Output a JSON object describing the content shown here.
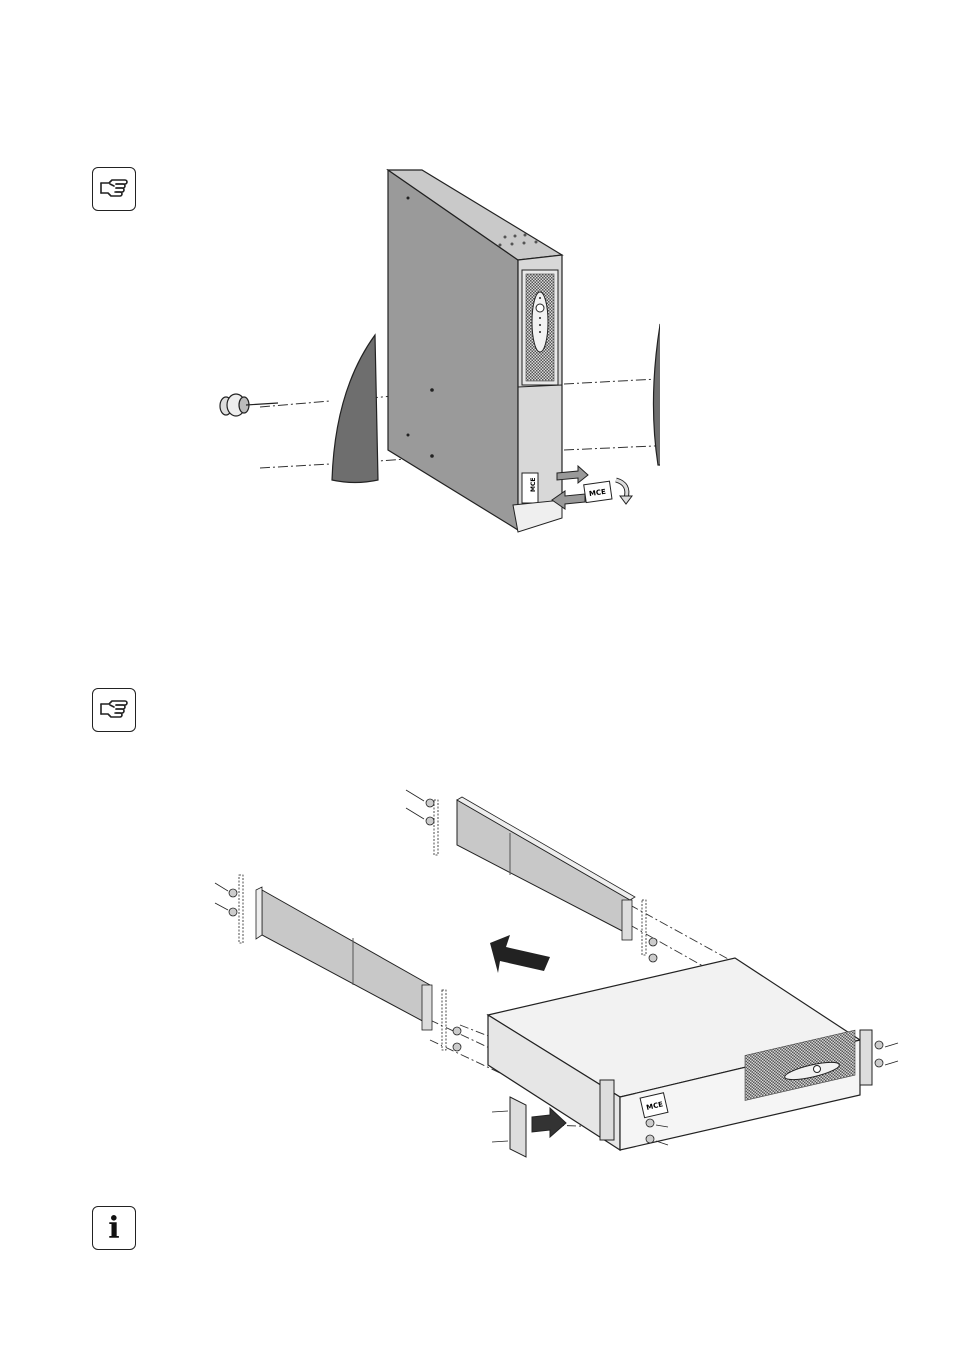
{
  "notes": [
    {
      "icon": "pointing-hand-icon"
    },
    {
      "icon": "pointing-hand-icon"
    },
    {
      "icon": "info-icon",
      "glyph": "i"
    }
  ],
  "figures": {
    "tower_assembly": {
      "brand_mark": "MCE",
      "brand_mark_sub": "MCE"
    },
    "rack_assembly": {
      "brand_mark": "MCE"
    }
  }
}
